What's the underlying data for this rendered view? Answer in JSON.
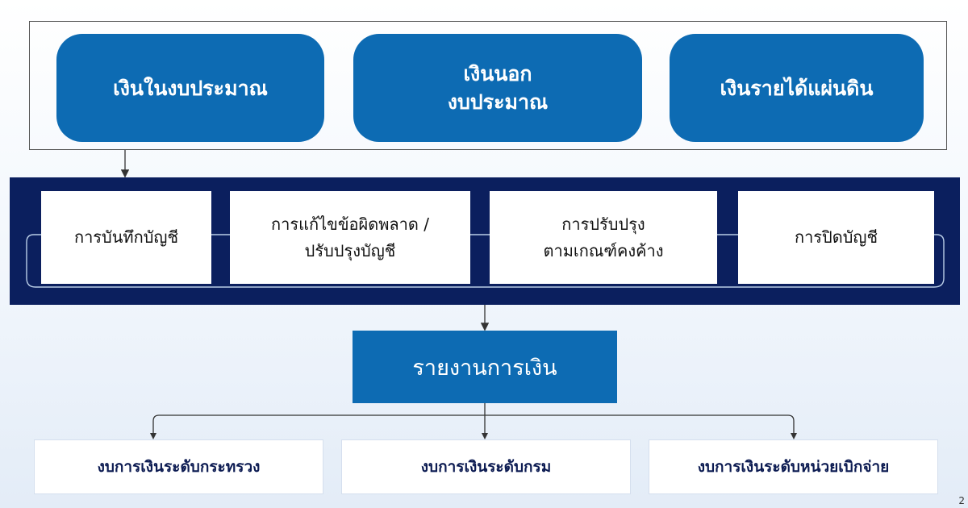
{
  "funds": [
    {
      "lines": [
        "เงินในงบประมาณ"
      ]
    },
    {
      "lines": [
        "เงินนอก",
        "งบประมาณ"
      ]
    },
    {
      "lines": [
        "เงินรายได้แผ่นดิน"
      ]
    }
  ],
  "process": [
    {
      "lines": [
        "การบันทึกบัญชี"
      ]
    },
    {
      "lines": [
        "การแก้ไขข้อผิดพลาด /",
        "ปรับปรุงบัญชี"
      ]
    },
    {
      "lines": [
        "การปรับปรุง",
        "ตามเกณฑ์คงค้าง"
      ]
    },
    {
      "lines": [
        "การปิดบัญชี"
      ]
    }
  ],
  "report": "รายงานการเงิน",
  "outputs": [
    "งบการเงินระดับกระทรวง",
    "งบการเงินระดับกรม",
    "งบการเงินระดับหน่วยเบิกจ่าย"
  ],
  "page_number": "2",
  "colors": {
    "accent": "#0d6bb3",
    "band": "#0b1f5e",
    "connector": "#b9cde6"
  }
}
